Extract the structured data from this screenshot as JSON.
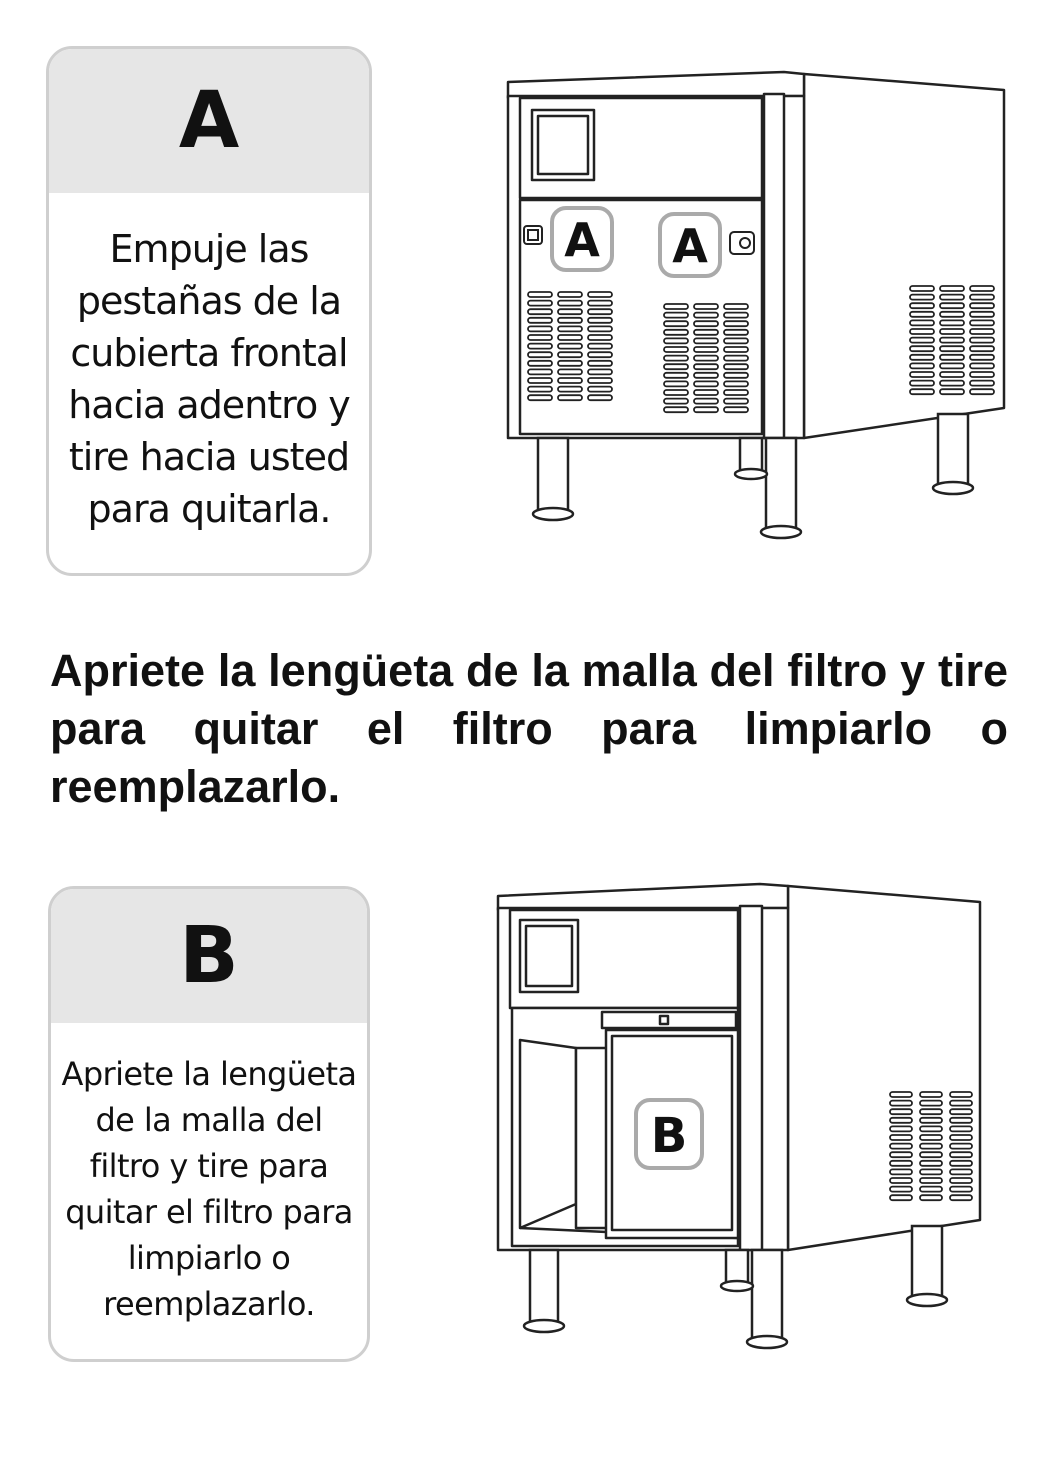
{
  "step_a": {
    "letter": "A",
    "text": "Empuje las pestañas de la cubierta frontal hacia adentro y tire hacia usted para quitarla.",
    "callouts": [
      "A",
      "A"
    ]
  },
  "main_instruction": "Apriete la lengüeta de la malla del filtro y tire para quitar el filtro para limpiarlo o reemplazarlo.",
  "step_b": {
    "letter": "B",
    "text": "Apriete la lengüeta de la malla del filtro y tire para quitar el filtro para limpiarlo o reemplazarlo.",
    "callout": "B"
  }
}
